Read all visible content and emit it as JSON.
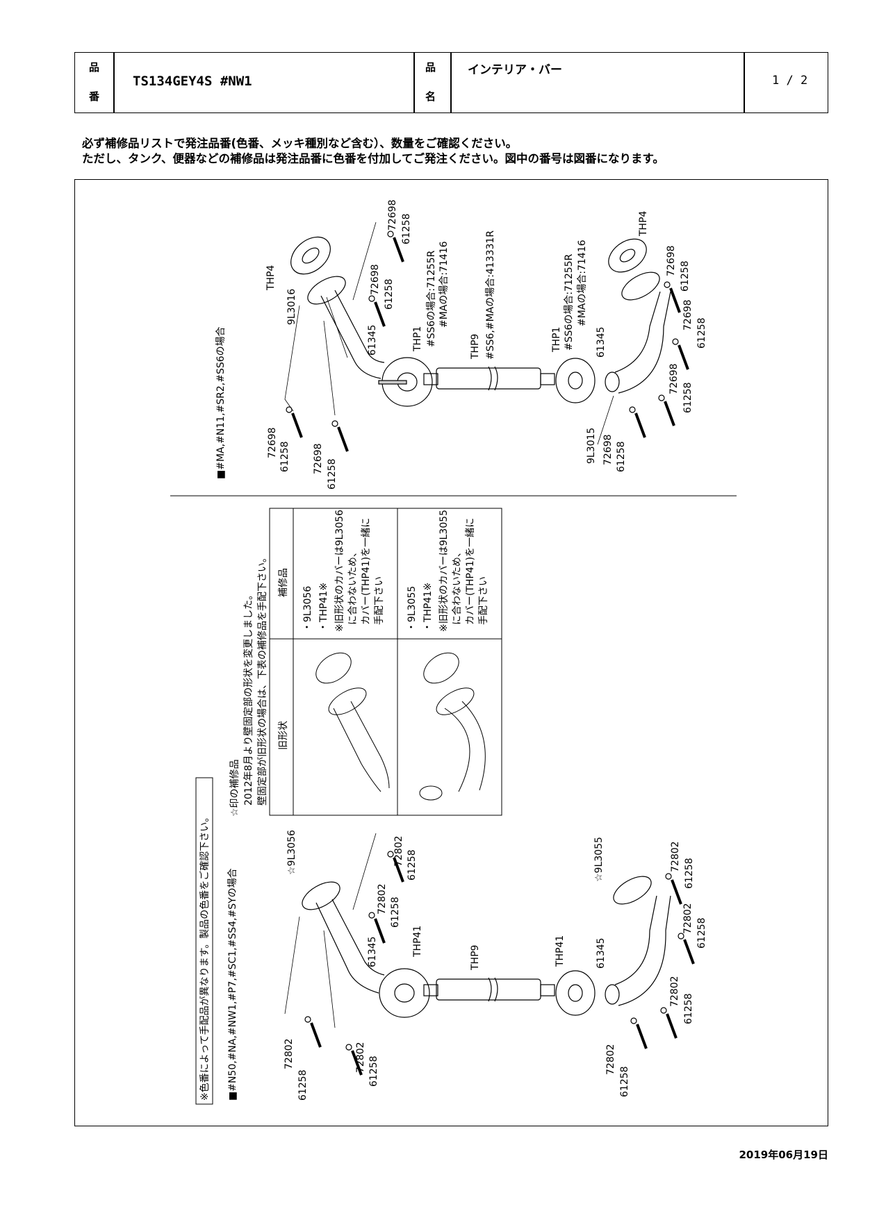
{
  "header": {
    "part_no_label_1": "品",
    "part_no_label_2": "番",
    "part_no": "TS134GEY4S #NW1",
    "name_label_1": "品",
    "name_label_2": "名",
    "name": "インテリア・バー",
    "page": "1 / 2"
  },
  "notes": {
    "line1": "必ず補修品リストで発注品番(色番、メッキ種別など含む）、数量をご確認ください。",
    "line2": "ただし、タンク、便器などの補修品は発注品番に色番を付加してご発注ください。図中の番号は図番になります。"
  },
  "upper": {
    "caption": "■#MA,#N11,#SR2,#SS6の場合",
    "labels": {
      "thp4_left": "THP4",
      "p9l3016": "9L3016",
      "p72698_a": "72698",
      "p61258_a": "61258",
      "p72698_b": "72698",
      "p61258_b": "61258",
      "p72698_c": "72698",
      "p61258_c": "61258",
      "p72698_d": "72698",
      "p61258_d": "61258",
      "p61345_l": "61345",
      "thp1_l": "THP1",
      "thp1_l_ss6": "#SS6の場合:71255R",
      "thp1_l_ma": "#MAの場合:71416",
      "thp9": "THP9",
      "thp9_note": "#SS6,#MAの場合:413331R",
      "thp1_r": "THP1",
      "thp1_r_ss6": "#SS6の場合:71255R",
      "thp1_r_ma": "#MAの場合:71416",
      "thp4_right": "THP4",
      "p72698_e": "72698",
      "p61258_e": "61258",
      "p72698_f": "72698",
      "p61258_f": "61258",
      "p61345_r": "61345",
      "p72698_g": "72698",
      "p61258_g": "61258",
      "p9l3015": "9L3015",
      "p72698_h": "72698",
      "p61258_h": "61258"
    }
  },
  "middle": {
    "star_note_title": "☆印の補修品",
    "star_note_1": "2012年8月より壁固定部の形状を変更しました。",
    "star_note_2": "壁固定部が旧形状の場合は、下表の補修品を手配下さい。",
    "col_old": "旧形状",
    "col_repair": "補修品",
    "row1": [
      "・9L3056",
      "・THP41※",
      "※旧形状のカバーは9L3056",
      "に合わないため、",
      "カバー(THP41)を一緒に",
      "手配下さい"
    ],
    "row2": [
      "・9L3055",
      "・THP41※",
      "※旧形状のカバーは9L3055",
      "に合わないため、",
      "カバー(THP41)を一緒に",
      "手配下さい"
    ]
  },
  "lower": {
    "color_note": "※色番によって手配品が異なります。製品の色番をご確認下さい。",
    "caption": "■#N50,#NA,#NW1,#P7,#SC1,#SS4,#SYの場合",
    "labels": {
      "p9l3056": "☆9L3056",
      "p72802_a": "72802",
      "p61258_a": "61258",
      "p72802_b": "72802",
      "p61258_b": "61258",
      "p61345_l": "61345",
      "thp41_l": "THP41",
      "thp9": "THP9",
      "thp41_r": "THP41",
      "p72802_c": "72802",
      "p61258_c": "61258",
      "p72802_d": "72802",
      "p61258_d": "61258",
      "p9l3055": "☆9L3055",
      "p72802_e": "72802",
      "p61258_e": "61258",
      "p72802_f": "72802",
      "p61258_f": "61258",
      "p61345_r": "61345",
      "p72802_g": "72802",
      "p61258_g": "61258",
      "p72802_h": "72802",
      "p61258_h": "61258"
    }
  },
  "date": "2019年06月19日"
}
